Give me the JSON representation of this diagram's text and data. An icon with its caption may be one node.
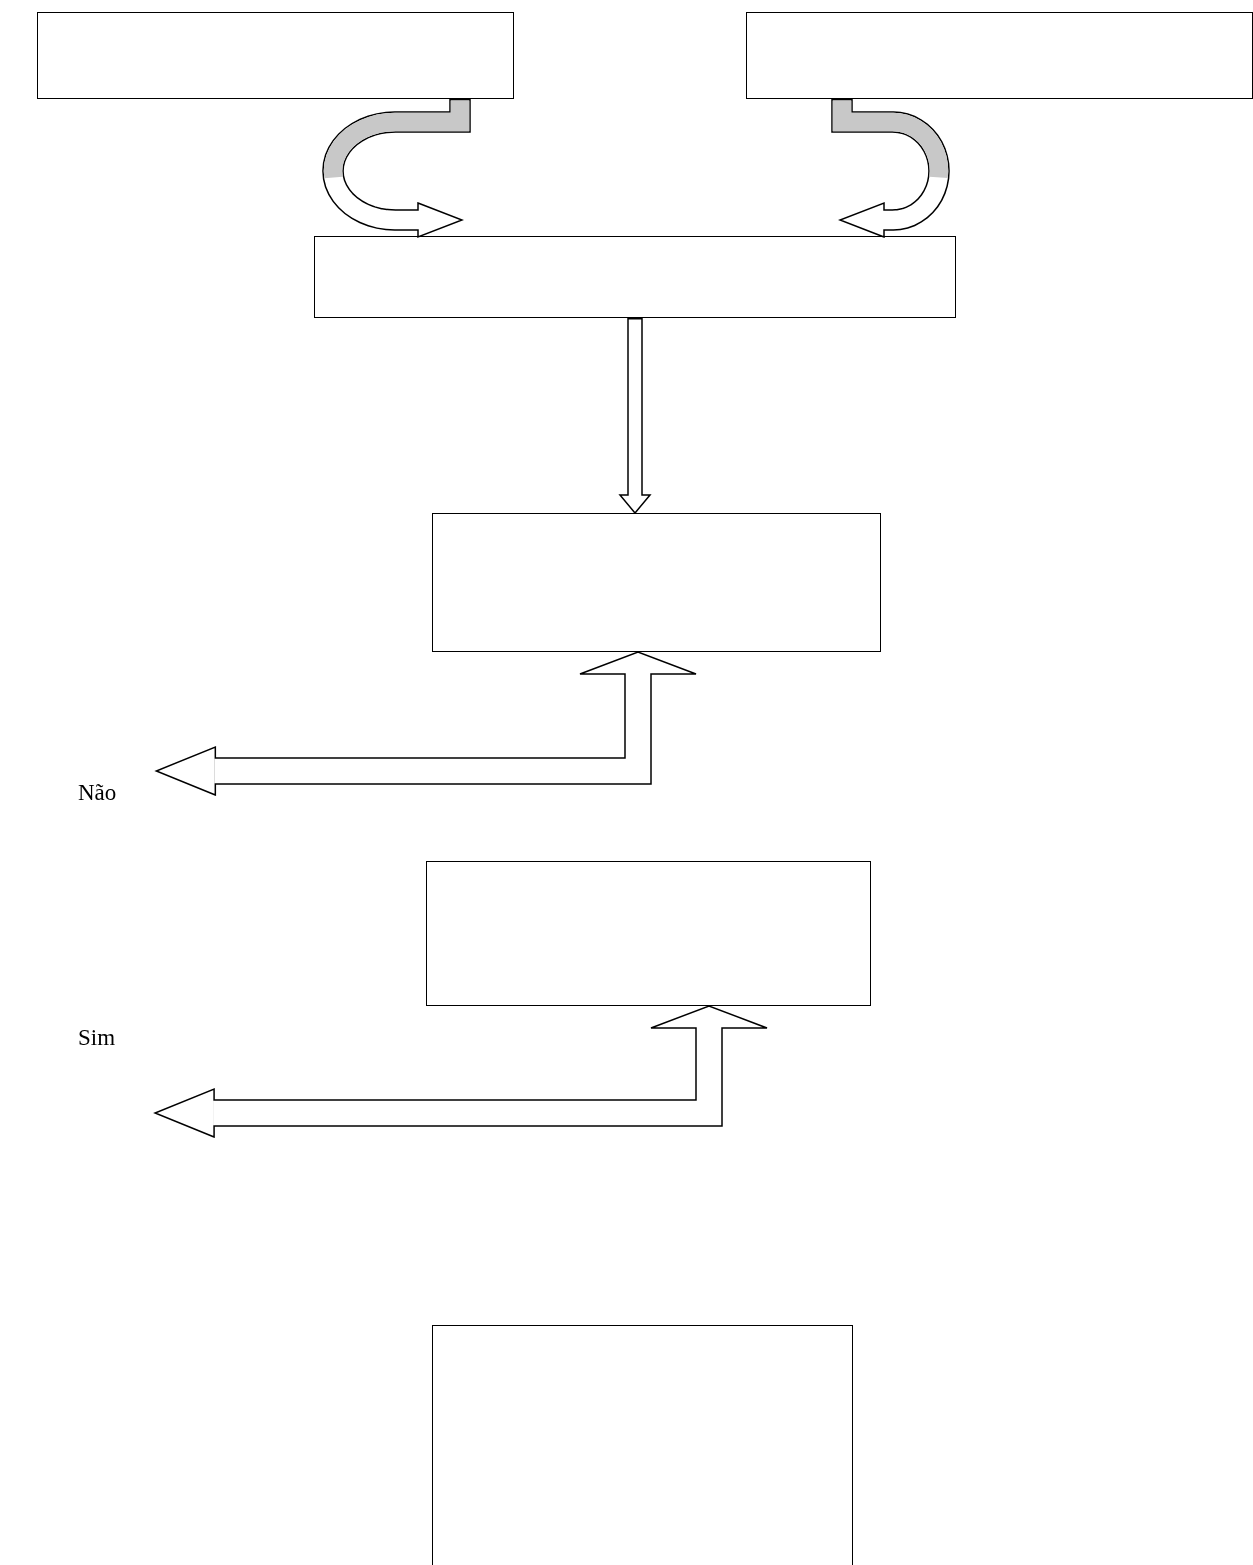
{
  "diagram": {
    "nodes": [
      {
        "text": [],
        "shape": "box"
      },
      {
        "text": [],
        "shape": "box"
      },
      {
        "text": [],
        "shape": "box"
      },
      {
        "text": [],
        "shape": "box"
      },
      {
        "text": [
          "Não"
        ]
      },
      {
        "text": [],
        "shape": "box"
      },
      {
        "text": [
          "Sim"
        ]
      },
      {
        "text": [],
        "shape": "box"
      }
    ],
    "edges": [
      {
        "from": 0,
        "to": 2,
        "arrow": "to"
      },
      {
        "from": 1,
        "to": 2,
        "arrow": "to"
      },
      {
        "from": 2,
        "to": 3,
        "arrow": "to"
      },
      {
        "from": 3,
        "to": 4,
        "arrow": "both"
      },
      {
        "from": 5,
        "to": 6,
        "arrow": "both"
      }
    ]
  }
}
